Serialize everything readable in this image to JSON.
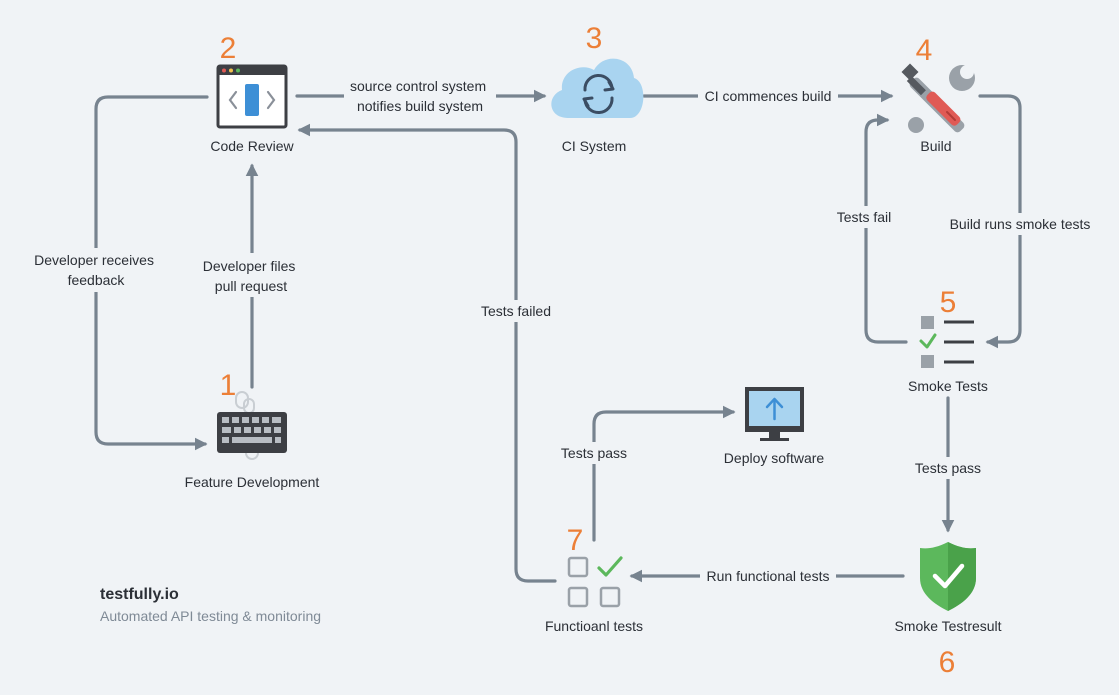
{
  "nodes": {
    "feature_development": {
      "number": "1",
      "label": "Feature Development",
      "icon": "keyboard-icon"
    },
    "code_review": {
      "number": "2",
      "label": "Code Review",
      "icon": "code-window-icon"
    },
    "ci_system": {
      "number": "3",
      "label": "CI System",
      "icon": "cloud-sync-icon"
    },
    "build": {
      "number": "4",
      "label": "Build",
      "icon": "tools-icon"
    },
    "smoke_tests": {
      "number": "5",
      "label": "Smoke Tests",
      "icon": "checklist-icon"
    },
    "smoke_testresult": {
      "number": "6",
      "label": "Smoke Testresult",
      "icon": "shield-check-icon"
    },
    "functional_tests": {
      "number": "7",
      "label": "Functioanl tests",
      "icon": "grid-check-icon"
    },
    "deploy_software": {
      "label": "Deploy software",
      "icon": "monitor-upload-icon"
    }
  },
  "edges": {
    "developer_files": {
      "line1": "Developer files",
      "line2": "pull request"
    },
    "developer_receives": {
      "line1": "Developer receives",
      "line2": "feedback"
    },
    "source_control": {
      "line1": "source control system",
      "line2": "notifies build system"
    },
    "ci_commences": "CI commences build",
    "build_runs_smoke": "Build runs smoke tests",
    "tests_fail": "Tests fail",
    "tests_pass_smoke": "Tests pass",
    "run_functional": "Run functional tests",
    "tests_pass_functional": "Tests pass",
    "tests_failed": "Tests failed"
  },
  "brand": {
    "name": "testfully.io",
    "tagline": "Automated API testing & monitoring"
  },
  "colors": {
    "background": "#f0f3f6",
    "connector": "#77838f",
    "step_number": "#ec7f37",
    "success_green": "#5cb85c",
    "error_red": "#e05a55"
  }
}
